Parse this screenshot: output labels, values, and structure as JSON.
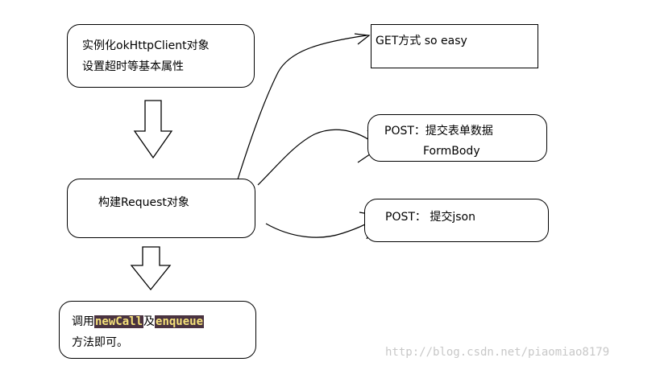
{
  "nodes": {
    "init": {
      "line1": "实例化okHttpClient对象",
      "line2": "设置超时等基本属性"
    },
    "get": {
      "line1": "GET方式 so easy"
    },
    "post_form": {
      "line1": "POST：提交表单数据",
      "line2": "FormBody"
    },
    "post_json": {
      "line1": "POST： 提交json"
    },
    "request": {
      "line1": "构建Request对象"
    },
    "call": {
      "prefix": "调用",
      "code1": "newCall",
      "mid": "及",
      "code2": "enqueue",
      "line2": "方法即可。"
    }
  },
  "watermark": "http://blog.csdn.net/piaomiao8179"
}
